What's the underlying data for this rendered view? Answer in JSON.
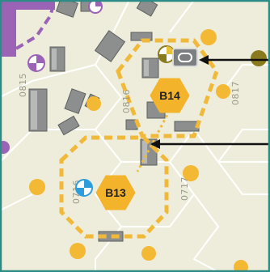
{
  "map": {
    "frame_color": "#2e8c86",
    "terrain_color": "#eeeddb",
    "hex_line_color": "#ffffff",
    "objective_dot_color": "#f3b834",
    "marker_color": "#f3b32a",
    "control_zone_color": "#f0b93a",
    "arrow_color": "#111111",
    "purple_color": "#9b63b6"
  },
  "hexes": [
    {
      "id": "0815",
      "label": "0815"
    },
    {
      "id": "0816",
      "label": "0816"
    },
    {
      "id": "0817",
      "label": "0817"
    },
    {
      "id": "0716",
      "label": "0716"
    },
    {
      "id": "0717",
      "label": "0717"
    }
  ],
  "markers": [
    {
      "id": "B14",
      "label": "B14"
    },
    {
      "id": "B13",
      "label": "B13"
    }
  ],
  "icons": [
    {
      "name": "purple-checker-icon"
    },
    {
      "name": "blue-checker-icon"
    },
    {
      "name": "yellow-checker-icon"
    },
    {
      "name": "vehicle-counter-icon"
    },
    {
      "name": "arrow-left-icon"
    }
  ]
}
